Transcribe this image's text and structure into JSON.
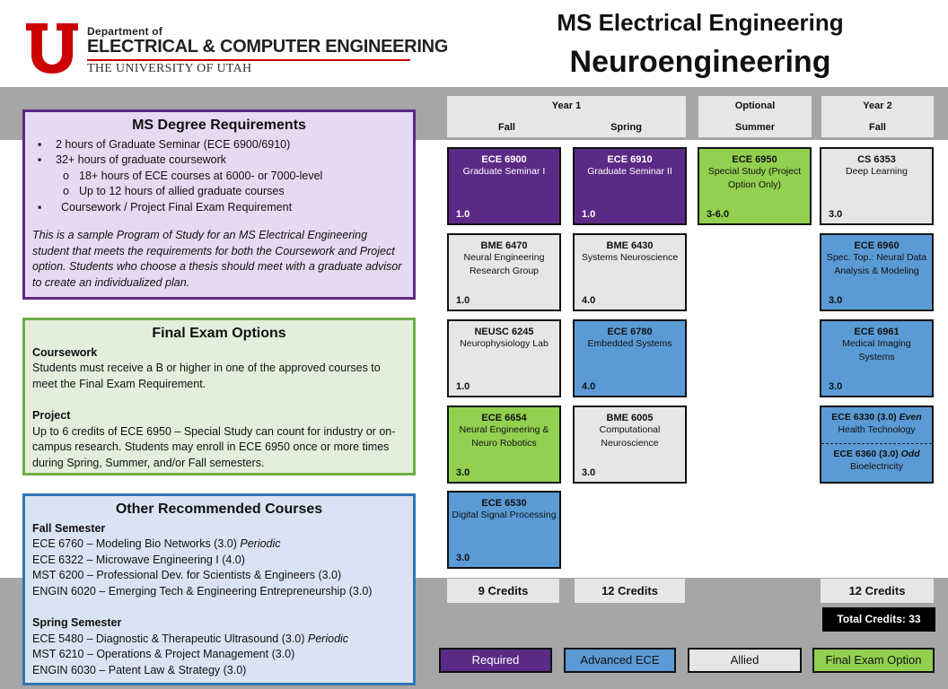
{
  "logo": {
    "department": "Department of",
    "name": "ELECTRICAL & COMPUTER ENGINEERING",
    "university": "THE UNIVERSITY OF UTAH",
    "brand_color": "#cc0000"
  },
  "title": {
    "line1": "MS Electrical Engineering",
    "line2": "Neuroengineering"
  },
  "requirements": {
    "heading": "MS Degree Requirements",
    "items": [
      "2 hours of Graduate Seminar (ECE 6900/6910)",
      "32+ hours of graduate coursework"
    ],
    "subitems": [
      "18+ hours of ECE courses at 6000- or 7000-level",
      "Up to 12 hours of allied graduate courses"
    ],
    "item3": "Coursework / Project Final Exam Requirement",
    "note": "This is a sample Program of Study for an MS Electrical Engineering student that meets the requirements for both the Coursework and Project option. Students who choose a thesis should meet with a graduate advisor to create an individualized plan."
  },
  "exam": {
    "heading": "Final Exam Options",
    "coursework_head": "Coursework",
    "coursework_text": "Students must receive a B or higher in one of the approved courses to meet the Final Exam Requirement.",
    "project_head": "Project",
    "project_text": "Up to 6 credits of ECE 6950 – Special Study can count for industry or on-campus research. Students may enroll in ECE 6950 once or more times during Spring, Summer, and/or Fall semesters."
  },
  "other": {
    "heading": "Other Recommended Courses",
    "fall_head": "Fall Semester",
    "fall": [
      {
        "text": "ECE 6760 – Modeling Bio Networks (3.0) ",
        "note": "Periodic"
      },
      {
        "text": "ECE 6322 – Microwave Engineering I (4.0)",
        "note": ""
      },
      {
        "text": "MST 6200 – Professional Dev. for Scientists & Engineers (3.0)",
        "note": ""
      },
      {
        "text": "ENGIN 6020 – Emerging Tech & Engineering Entrepreneurship (3.0)",
        "note": ""
      }
    ],
    "spring_head": "Spring Semester",
    "spring": [
      {
        "text": "ECE 5480 – Diagnostic & Therapeutic Ultrasound (3.0) ",
        "note": "Periodic"
      },
      {
        "text": "MST 6210 – Operations & Project Management (3.0)",
        "note": ""
      },
      {
        "text": "ENGIN 6030 – Patent Law & Strategy (3.0)",
        "note": ""
      }
    ]
  },
  "columns": {
    "year1": "Year 1",
    "fall": "Fall",
    "spring": "Spring",
    "optional": "Optional",
    "summer": "Summer",
    "year2": "Year 2",
    "fall2": "Fall"
  },
  "courses": {
    "fall1": [
      {
        "code": "ECE 6900",
        "name": "Graduate Seminar I",
        "credits": "1.0",
        "type": "req"
      },
      {
        "code": "BME 6470",
        "name": "Neural Engineering Research Group",
        "credits": "1.0",
        "type": "all"
      },
      {
        "code": "NEUSC 6245",
        "name": "Neurophysiology Lab",
        "credits": "1.0",
        "type": "all"
      },
      {
        "code": "ECE 6654",
        "name": "Neural Engineering & Neuro Robotics",
        "credits": "3.0",
        "type": "fin"
      },
      {
        "code": "ECE 6530",
        "name": "Digital Signal Processing",
        "credits": "3.0",
        "type": "adv"
      }
    ],
    "spring1": [
      {
        "code": "ECE 6910",
        "name": "Graduate Seminar II",
        "credits": "1.0",
        "type": "req"
      },
      {
        "code": "BME 6430",
        "name": "Systems Neuroscience",
        "credits": "4.0",
        "type": "all"
      },
      {
        "code": "ECE 6780",
        "name": "Embedded Systems",
        "credits": "4.0",
        "type": "adv"
      },
      {
        "code": "BME 6005",
        "name": "Computational Neuroscience",
        "credits": "3.0",
        "type": "all"
      }
    ],
    "summer": [
      {
        "code": "ECE 6950",
        "name": "Special Study (Project Option Only)",
        "credits": "3-6.0",
        "type": "fin"
      }
    ],
    "fall2": [
      {
        "code": "CS 6353",
        "name": "Deep Learning",
        "credits": "3.0",
        "type": "all"
      },
      {
        "code": "ECE 6960",
        "name": "Spec. Top.: Neural Data Analysis & Modeling",
        "credits": "3.0",
        "type": "adv"
      },
      {
        "code": "ECE 6961",
        "name": "Medical Imaging Systems",
        "credits": "3.0",
        "type": "adv"
      }
    ],
    "split": {
      "top_code": "ECE 6330 (3.0) ",
      "top_tag": "Even",
      "top_name": "Health Technology",
      "bottom_code": "ECE 6360 (3.0) ",
      "bottom_tag": "Odd",
      "bottom_name": "Bioelectricity"
    }
  },
  "credits": {
    "fall1": "9 Credits",
    "spring1": "12 Credits",
    "fall2": "12 Credits",
    "total": "Total Credits: 33"
  },
  "legend": {
    "required": "Required",
    "advanced": "Advanced ECE",
    "allied": "Allied",
    "final": "Final Exam Option"
  },
  "colors": {
    "required": "#5b2a86",
    "advanced": "#5b9bd5",
    "allied": "#e7e6e6",
    "final": "#92d050",
    "band": "#a6a6a6"
  }
}
